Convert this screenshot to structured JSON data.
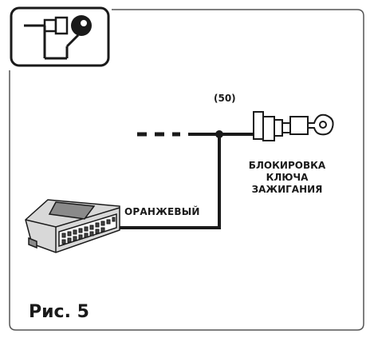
{
  "diagram": {
    "terminal_label": "(50)",
    "wire_color_label": "ОРАНЖЕВЫЙ",
    "device_label_lines": [
      "БЛОКИРОВКА",
      "КЛЮЧА",
      "ЗАЖИГАНИЯ"
    ],
    "figure_caption": "Рис. 5"
  },
  "colors": {
    "line": "#1a1a1a",
    "frame": "#555555",
    "module_fill": "#d8d8d8",
    "module_dark": "#8a8a8a"
  },
  "icons": {
    "header": "ignition-key-switch-icon",
    "module": "alarm-control-unit-icon",
    "key": "ignition-key-icon"
  }
}
